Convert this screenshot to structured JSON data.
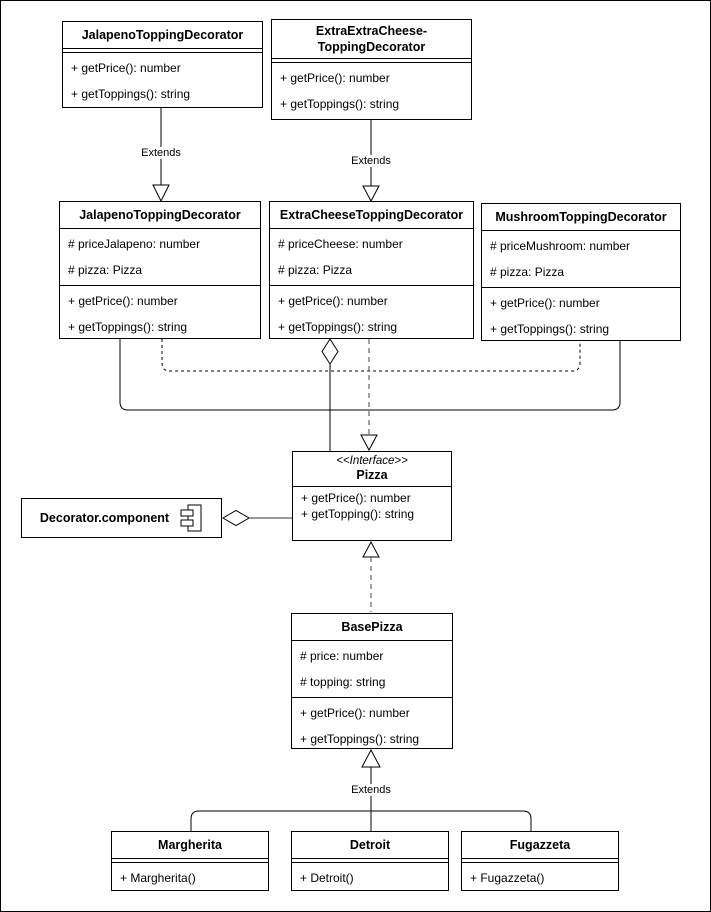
{
  "colors": {
    "line": "#000000",
    "background": "#ffffff",
    "component_link": "#999999"
  },
  "labels": {
    "extends_top_left": "Extends",
    "extends_top_mid": "Extends",
    "extends_bottom": "Extends"
  },
  "classes": {
    "jalapeno_abstract": {
      "name": "JalapenoToppingDecorator",
      "methods": [
        "+ getPrice(): number",
        "+ getToppings(): string"
      ]
    },
    "extra_extra_cheese": {
      "name_line1": "ExtraExtraCheese-",
      "name_line2": "ToppingDecorator",
      "methods": [
        "+ getPrice(): number",
        "+ getToppings(): string"
      ]
    },
    "jalapeno": {
      "name": "JalapenoToppingDecorator",
      "attributes": [
        "# priceJalapeno: number",
        "# pizza: Pizza"
      ],
      "methods": [
        "+ getPrice(): number",
        "+ getToppings(): string"
      ]
    },
    "extra_cheese": {
      "name": "ExtraCheeseToppingDecorator",
      "attributes": [
        "# priceCheese: number",
        "# pizza: Pizza"
      ],
      "methods": [
        "+ getPrice(): number",
        "+ getToppings(): string"
      ]
    },
    "mushroom": {
      "name": "MushroomToppingDecorator",
      "attributes": [
        "# priceMushroom: number",
        "# pizza: Pizza"
      ],
      "methods": [
        "+ getPrice(): number",
        "+ getToppings(): string"
      ]
    },
    "pizza_interface": {
      "stereotype": "<<Interface>>",
      "name": "Pizza",
      "methods": [
        "+ getPrice(): number",
        "+ getTopping(): string"
      ]
    },
    "decorator_component": {
      "name": "Decorator.component"
    },
    "base_pizza": {
      "name": "BasePizza",
      "attributes": [
        "# price: number",
        "# topping: string"
      ],
      "methods": [
        "+ getPrice(): number",
        "+ getToppings(): string"
      ]
    },
    "margherita": {
      "name": "Margherita",
      "methods": [
        "+ Margherita()"
      ]
    },
    "detroit": {
      "name": "Detroit",
      "methods": [
        "+ Detroit()"
      ]
    },
    "fugazzeta": {
      "name": "Fugazzeta",
      "methods": [
        "+ Fugazzeta()"
      ]
    }
  }
}
